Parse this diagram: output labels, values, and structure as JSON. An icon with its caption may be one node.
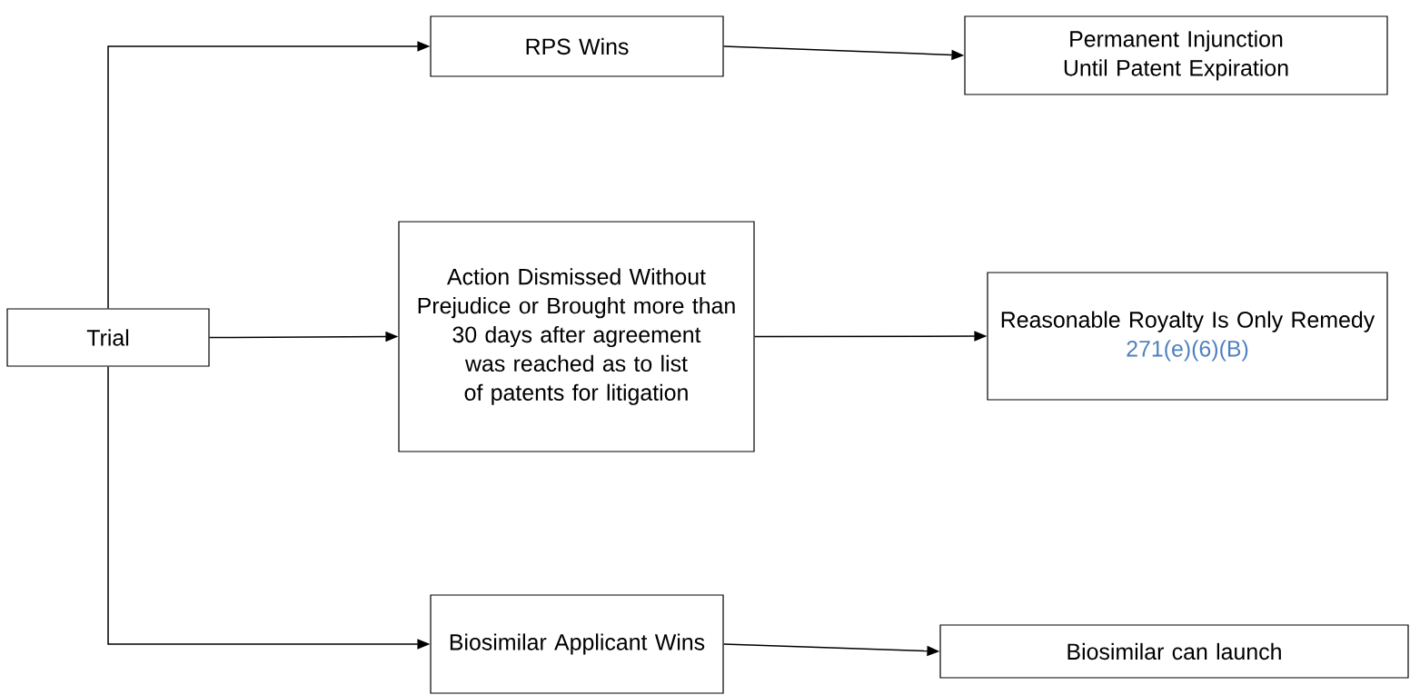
{
  "diagram": {
    "nodes": [
      {
        "text": [
          "Trial"
        ]
      },
      {
        "text": [
          "RPS Wins"
        ]
      },
      {
        "text": [
          "Permanent Injunction Until Patent Expiration"
        ]
      },
      {
        "text": [
          "Action Dismissed Without Prejudice or Brought more than 30 days after agreement was reached as to list of patents for litigation"
        ]
      },
      {
        "text": [
          "Reasonable Royalty Is Only Remedy",
          "271(e)(6)(B)"
        ]
      },
      {
        "text": [
          "Biosimilar Applicant Wins"
        ]
      },
      {
        "text": [
          "Biosimilar can launch"
        ]
      }
    ],
    "edges": [
      {
        "from": 0,
        "to": 1,
        "arrow": "to"
      },
      {
        "from": 0,
        "to": 3,
        "arrow": "to"
      },
      {
        "from": 0,
        "to": 5,
        "arrow": "to"
      },
      {
        "from": 1,
        "to": 2,
        "arrow": "to"
      },
      {
        "from": 3,
        "to": 4,
        "arrow": "to"
      },
      {
        "from": 5,
        "to": 6,
        "arrow": "to"
      }
    ]
  }
}
